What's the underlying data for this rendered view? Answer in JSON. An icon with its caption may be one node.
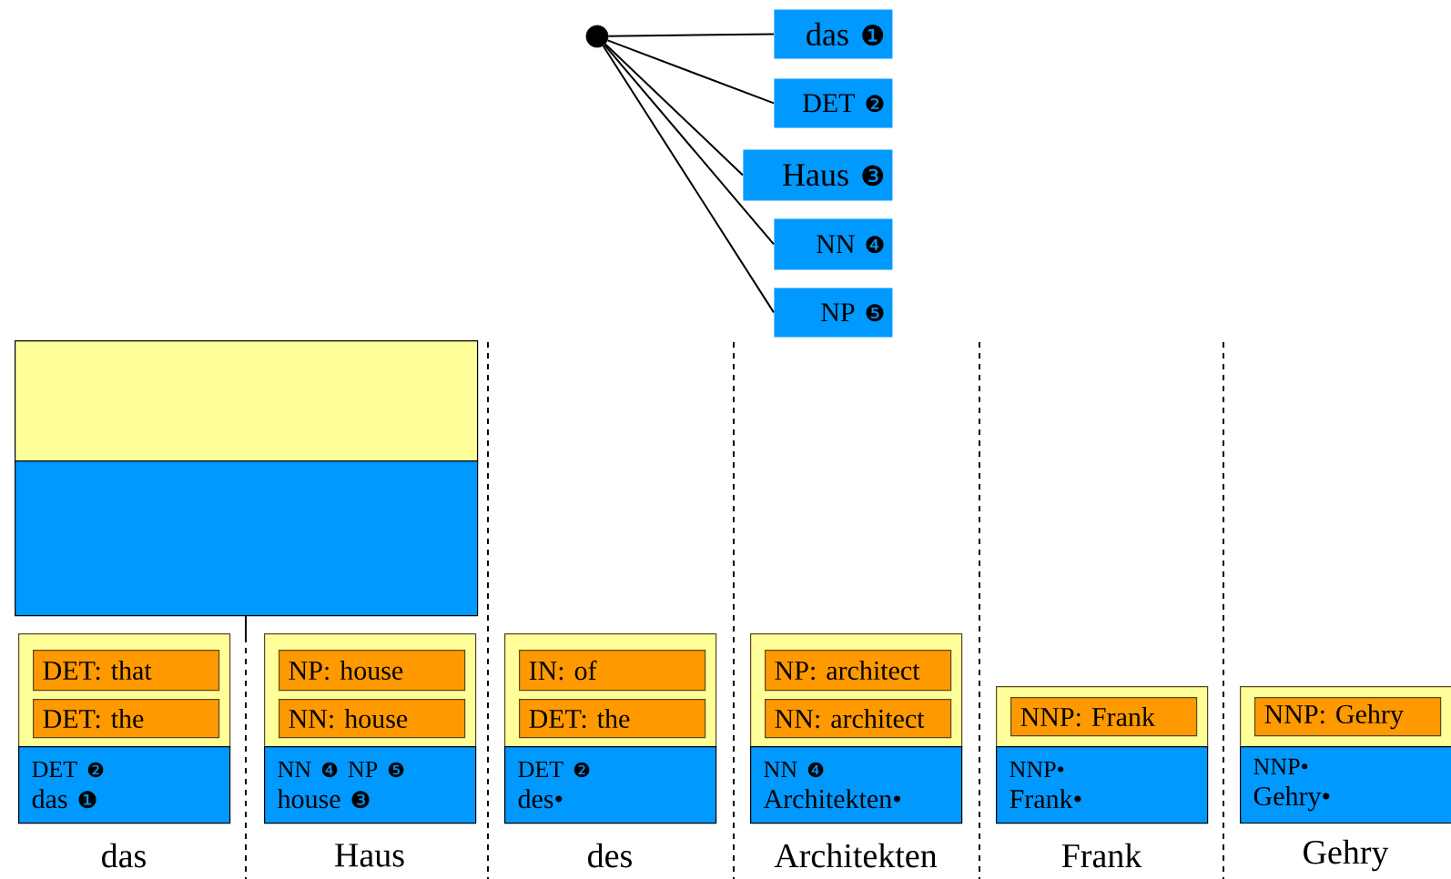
{
  "diagram": {
    "nodes": [
      {
        "text": [],
        "shape": "circle"
      },
      {
        "text": [
          "das ❶"
        ]
      },
      {
        "text": [
          "DET ❷"
        ]
      },
      {
        "text": [
          "Haus ❸"
        ]
      },
      {
        "text": [
          "NN ❹"
        ]
      },
      {
        "text": [
          "NP ❺"
        ]
      },
      {
        "text": [],
        "shape": "box"
      },
      {
        "text": [],
        "shape": "box"
      },
      {
        "text": [],
        "shape": "box"
      },
      {
        "text": [
          "DET: that"
        ],
        "in": 8
      },
      {
        "text": [
          "DET: the"
        ],
        "in": 8
      },
      {
        "text": [
          "DET ❷",
          "das ❶"
        ]
      },
      {
        "text": [],
        "shape": "box"
      },
      {
        "text": [
          "NP: house"
        ],
        "in": 12
      },
      {
        "text": [
          "NN: house"
        ],
        "in": 12
      },
      {
        "text": [
          "NN ❹ NP ❺",
          "house ❸"
        ]
      },
      {
        "text": [],
        "shape": "box"
      },
      {
        "text": [
          "IN: of"
        ],
        "in": 16
      },
      {
        "text": [
          "DET: the"
        ],
        "in": 16
      },
      {
        "text": [
          "DET ❷",
          "des•"
        ]
      },
      {
        "text": [],
        "shape": "box"
      },
      {
        "text": [
          "NP: architect"
        ],
        "in": 20
      },
      {
        "text": [
          "NN: architect"
        ],
        "in": 20
      },
      {
        "text": [
          "NN ❹",
          "Architekten•"
        ]
      },
      {
        "text": [],
        "shape": "box"
      },
      {
        "text": [
          "NNP: Frank"
        ],
        "in": 24
      },
      {
        "text": [
          "NNP•",
          "Frank•"
        ]
      },
      {
        "text": [],
        "shape": "box"
      },
      {
        "text": [
          "NNP: Gehry"
        ],
        "in": 27
      },
      {
        "text": [
          "NNP•",
          "Gehry•"
        ]
      }
    ],
    "edges": [
      {
        "from": 0,
        "to": 1,
        "arrow": "none"
      },
      {
        "from": 0,
        "to": 2,
        "arrow": "none"
      },
      {
        "from": 0,
        "to": 3,
        "arrow": "none"
      },
      {
        "from": 0,
        "to": 4,
        "arrow": "none"
      },
      {
        "from": 0,
        "to": 5,
        "arrow": "none"
      }
    ],
    "labels": [
      "das",
      "Haus",
      "des",
      "Architekten",
      "Frank",
      "Gehry"
    ]
  }
}
